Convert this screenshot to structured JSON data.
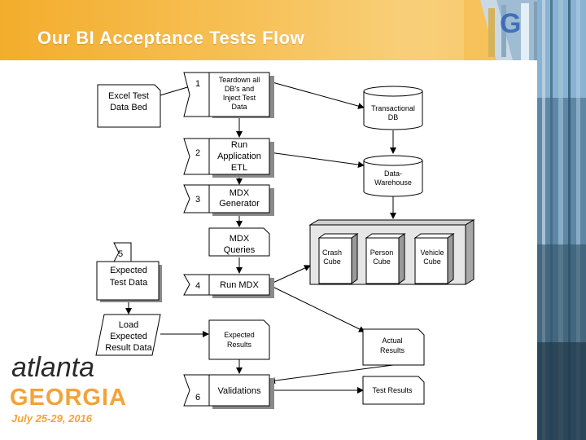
{
  "slide": {
    "title": "Our BI Acceptance Tests Flow",
    "logo": {
      "line1": "atlanta",
      "line2": "GEORGIA",
      "line3": "July 25-29, 2016"
    }
  },
  "diagram": {
    "nodes": {
      "excel": [
        "Excel Test",
        "Data Bed"
      ],
      "teardown": [
        "Teardown all",
        "DB's and",
        "Inject Test",
        "Data"
      ],
      "transactional": [
        "Transactional",
        "DB"
      ],
      "run_etl": [
        "Run",
        "Application",
        "ETL"
      ],
      "datawarehouse": [
        "Data-",
        "Warehouse"
      ],
      "mdx_gen": [
        "MDX",
        "Generator"
      ],
      "mdx_queries": [
        "MDX",
        "Queries"
      ],
      "crash_cube": [
        "Crash",
        "Cube"
      ],
      "person_cube": [
        "Person",
        "Cube"
      ],
      "vehicle_cube": [
        "Vehicle",
        "Cube"
      ],
      "expected": [
        "Expected",
        "Test Data"
      ],
      "run_mdx": [
        "Run MDX"
      ],
      "load_expected": [
        "Load",
        "Expected",
        "Result Data"
      ],
      "expected_results": [
        "Expected",
        "Results"
      ],
      "actual_results": [
        "Actual",
        "Results"
      ],
      "validations": [
        "Validations"
      ],
      "test_results": [
        "Test Results"
      ]
    },
    "steps": {
      "s1": "1",
      "s2": "2",
      "s3": "3",
      "s4": "4",
      "s5": "5",
      "s6": "6"
    }
  }
}
